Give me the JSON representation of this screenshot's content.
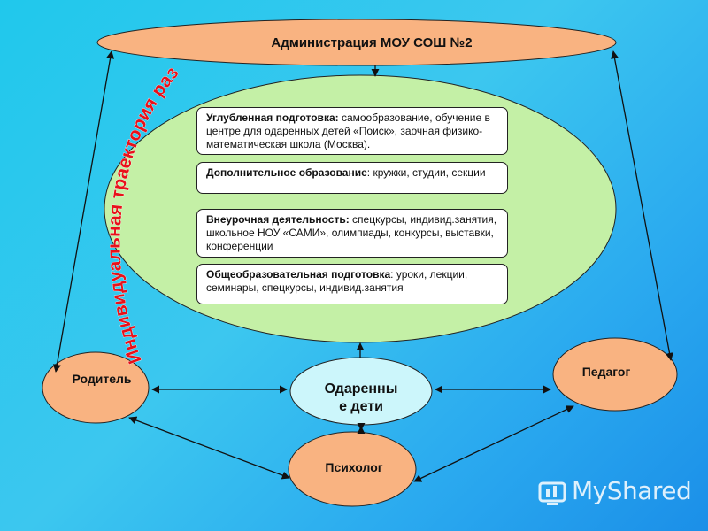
{
  "admin": {
    "label": "Администрация МОУ СОШ №2"
  },
  "vertical_caption": "Индивидуальная траектория развития",
  "boxes": [
    {
      "lead": "Углубленная подготовка:",
      "rest": " самообразование, обучение в центре для одаренных детей «Поиск», заочная физико-математическая школа (Москва)."
    },
    {
      "lead": "Дополнительное образование",
      "rest": ": кружки, студии, секции"
    },
    {
      "lead": "Внеурочная деятельность:",
      "rest": " спецкурсы, индивид.занятия, школьное НОУ «САМИ», олимпиады, конкурсы, выставки, конференции"
    },
    {
      "lead": "Общеобразовательная подготовка",
      "rest": ": уроки, лекции, семинары, спецкурсы, индивид.занятия"
    }
  ],
  "nodes": {
    "parent": "Родитель",
    "teacher": "Педагог",
    "gifted_line1": "Одаренны",
    "gifted_line2": "е дети",
    "psychologist": "Психолог"
  },
  "colors": {
    "node_fill": "#f9b381",
    "gifted_fill": "#ccf6fb",
    "ellipse_fill": "#c4f0a6",
    "caption_red": "#e8111a"
  },
  "watermark": {
    "text": "MyShared"
  }
}
